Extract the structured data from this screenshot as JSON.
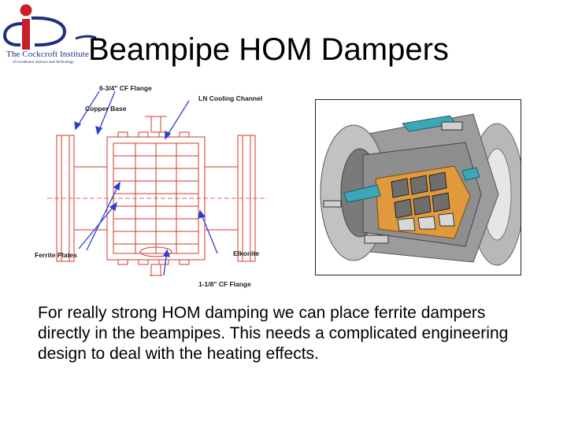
{
  "logo": {
    "line1": "The Cockcroft Institute",
    "line2": "of Accelerator Science and Technology",
    "colors": {
      "blue": "#1d2f80",
      "red": "#c8202a"
    }
  },
  "title": "Beampipe HOM Dampers",
  "drawing": {
    "labels": {
      "cf_flange_top": "6-3/4\" CF Flange",
      "copper_base": "Copper Base",
      "ln_cooling": "LN Cooling Channel",
      "ferrite_plates": "Ferrite Plates",
      "elkonite": "Elkonite",
      "cf_flange_bottom": "1-1/8\" CF Flange"
    },
    "colors": {
      "drawing": "#d23a2a",
      "arrow": "#2d3fd0"
    }
  },
  "body_text": "For really strong HOM damping we can place ferrite dampers directly in the beampipes. This needs a complicated engineering design to deal with the heating effects."
}
